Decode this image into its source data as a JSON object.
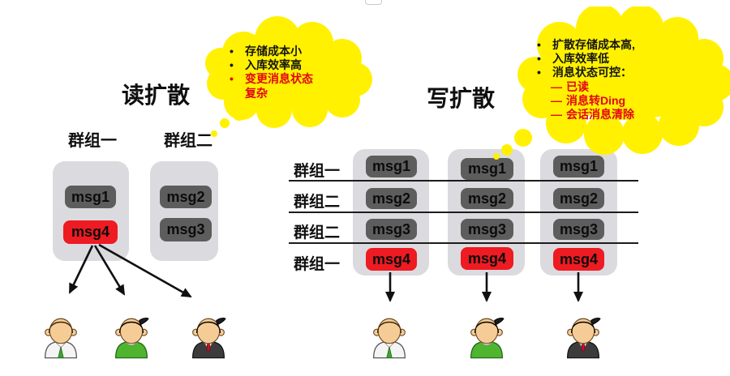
{
  "colors": {
    "bubble_yellow": "#FFF100",
    "highlight_red_box": "#EE1B22",
    "emphasis_text_red": "#E30613",
    "msg_box_gray": "#5D5D5D",
    "group_container_gray": "#DBDBDF",
    "arrow_black": "#101010"
  },
  "left": {
    "title": "读扩散",
    "bubble": {
      "lines": [
        {
          "marker": "•",
          "text": "存储成本小"
        },
        {
          "marker": "•",
          "text": "入库效率高"
        },
        {
          "marker": "•",
          "text": "变更消息状态"
        },
        {
          "marker": "",
          "text": "复杂"
        }
      ]
    },
    "groups": [
      {
        "label": "群组一",
        "msgs": [
          "msg1",
          "msg4"
        ]
      },
      {
        "label": "群组二",
        "msgs": [
          "msg2",
          "msg3"
        ]
      }
    ],
    "users": [
      {
        "icon": "person-brown-hair-white-shirt-green-tie"
      },
      {
        "icon": "person-black-hair-green-shirt"
      },
      {
        "icon": "person-black-hair-dark-suit-red-tie"
      }
    ]
  },
  "right": {
    "title": "写扩散",
    "bubble": {
      "lines": [
        {
          "marker": "•",
          "text": "扩散存储成本高,"
        },
        {
          "marker": "•",
          "text": "入库效率低"
        },
        {
          "marker": "•",
          "text": "消息状态可控："
        },
        {
          "marker": "—",
          "text": "已读"
        },
        {
          "marker": "—",
          "text": "消息转Ding"
        },
        {
          "marker": "—",
          "text": "会话消息清除"
        }
      ]
    },
    "rows": [
      "群组一",
      "群组二",
      "群组二",
      "群组一"
    ],
    "columns": [
      {
        "msgs": [
          "msg1",
          "msg2",
          "msg3",
          "msg4"
        ]
      },
      {
        "msgs": [
          "msg1",
          "msg2",
          "msg3",
          "msg4"
        ]
      },
      {
        "msgs": [
          "msg1",
          "msg2",
          "msg3",
          "msg4"
        ]
      }
    ],
    "users": [
      {
        "icon": "person-brown-hair-white-shirt-green-tie"
      },
      {
        "icon": "person-black-hair-green-shirt"
      },
      {
        "icon": "person-black-hair-dark-suit-red-tie"
      }
    ]
  }
}
